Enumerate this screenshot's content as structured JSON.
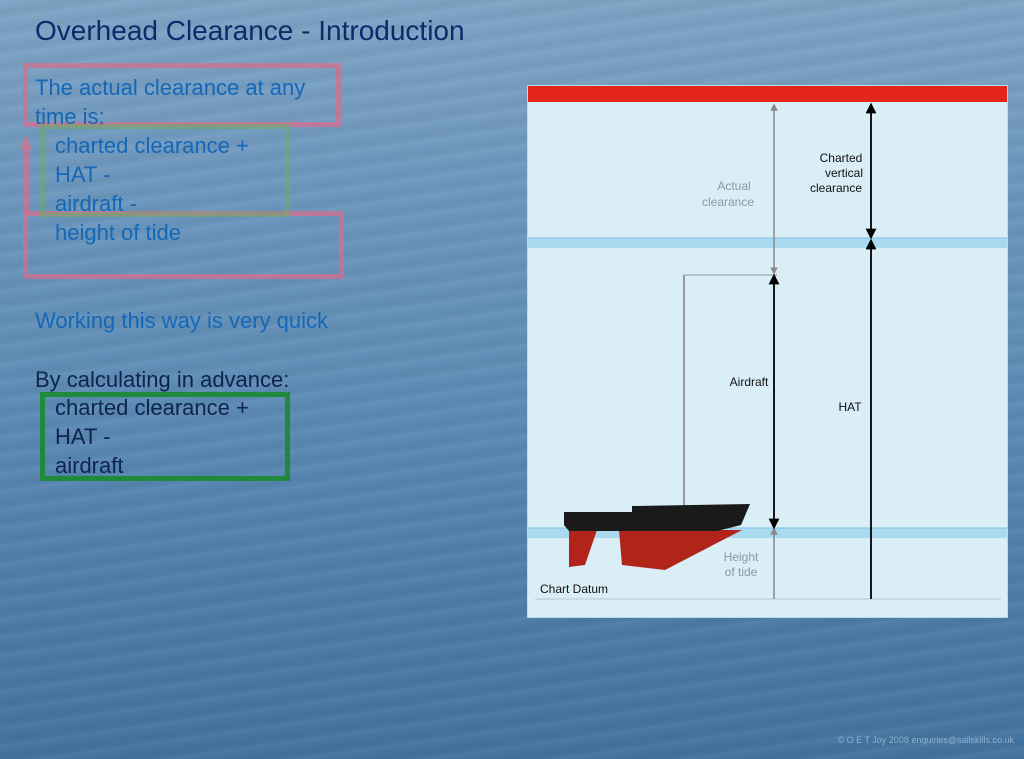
{
  "title": "Overhead Clearance - Introduction",
  "intro": {
    "line1": "The actual clearance at any",
    "line2": "time is:",
    "items": [
      "charted clearance +",
      "HAT -",
      "airdraft -",
      "height of tide"
    ]
  },
  "quick_note": "Working this way is very quick",
  "advance": {
    "heading": "By calculating in advance:",
    "items": [
      "charted clearance +",
      "HAT -",
      "airdraft"
    ]
  },
  "diagram": {
    "labels": {
      "actual_clearance": [
        "Actual",
        "clearance"
      ],
      "charted_vertical_clearance": [
        "Charted",
        "vertical",
        "clearance"
      ],
      "airdraft": "Airdraft",
      "hat": "HAT",
      "height_of_tide": [
        "Height",
        "of tide"
      ],
      "chart_datum": "Chart Datum"
    },
    "colors": {
      "bridge": "#e4261a",
      "panel": "#d9eef7",
      "water_band": "#a9daf0",
      "hull": "#1a1a1a",
      "keel": "#b02419"
    }
  },
  "footer": "© O E T Joy 2008 enquiries@sailskills.co.uk"
}
